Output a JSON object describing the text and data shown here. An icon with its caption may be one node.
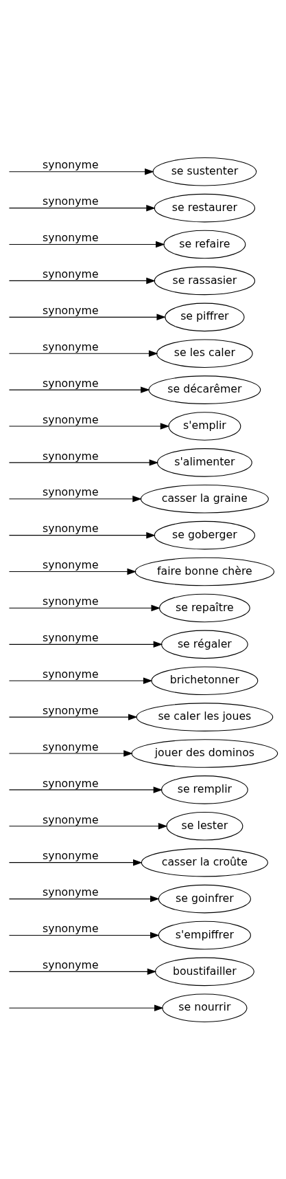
{
  "diagram": {
    "nodes": [
      {
        "text": [
          "se nourrir"
        ]
      },
      {
        "text": [
          "boustifailler"
        ]
      },
      {
        "text": [
          "s'empiffrer"
        ]
      },
      {
        "text": [
          "se goinfrer"
        ]
      },
      {
        "text": [
          "casser la croûte"
        ]
      },
      {
        "text": [
          "se lester"
        ]
      },
      {
        "text": [
          "se remplir"
        ]
      },
      {
        "text": [
          "jouer des dominos"
        ]
      },
      {
        "text": [
          "se caler les joues"
        ]
      },
      {
        "text": [
          "brichetonner"
        ]
      },
      {
        "text": [
          "se régaler"
        ]
      },
      {
        "text": [
          "se repaître"
        ]
      },
      {
        "text": [
          "faire bonne chère"
        ]
      },
      {
        "text": [
          "se goberger"
        ]
      },
      {
        "text": [
          "casser la graine"
        ]
      },
      {
        "text": [
          "s'alimenter"
        ]
      },
      {
        "text": [
          "s'emplir"
        ]
      },
      {
        "text": [
          "se décarêmer"
        ]
      },
      {
        "text": [
          "se les caler"
        ]
      },
      {
        "text": [
          "se piffrer"
        ]
      },
      {
        "text": [
          "se rassasier"
        ]
      },
      {
        "text": [
          "se refaire"
        ]
      },
      {
        "text": [
          "se restaurer"
        ]
      },
      {
        "text": [
          "se sustenter"
        ]
      }
    ],
    "edges": [
      {
        "from": null,
        "to": 0,
        "arrow": "to"
      },
      {
        "from": null,
        "to": 1,
        "arrow": "to",
        "label": "synonyme"
      },
      {
        "from": null,
        "to": 2,
        "arrow": "to",
        "label": "synonyme"
      },
      {
        "from": null,
        "to": 3,
        "arrow": "to",
        "label": "synonyme"
      },
      {
        "from": null,
        "to": 4,
        "arrow": "to",
        "label": "synonyme"
      },
      {
        "from": null,
        "to": 5,
        "arrow": "to",
        "label": "synonyme"
      },
      {
        "from": null,
        "to": 6,
        "arrow": "to",
        "label": "synonyme"
      },
      {
        "from": null,
        "to": 7,
        "arrow": "to",
        "label": "synonyme"
      },
      {
        "from": null,
        "to": 8,
        "arrow": "to",
        "label": "synonyme"
      },
      {
        "from": null,
        "to": 9,
        "arrow": "to",
        "label": "synonyme"
      },
      {
        "from": null,
        "to": 10,
        "arrow": "to",
        "label": "synonyme"
      },
      {
        "from": null,
        "to": 11,
        "arrow": "to",
        "label": "synonyme"
      },
      {
        "from": null,
        "to": 12,
        "arrow": "to",
        "label": "synonyme"
      },
      {
        "from": null,
        "to": 13,
        "arrow": "to",
        "label": "synonyme"
      },
      {
        "from": null,
        "to": 14,
        "arrow": "to",
        "label": "synonyme"
      },
      {
        "from": null,
        "to": 15,
        "arrow": "to",
        "label": "synonyme"
      },
      {
        "from": null,
        "to": 16,
        "arrow": "to",
        "label": "synonyme"
      },
      {
        "from": null,
        "to": 17,
        "arrow": "to",
        "label": "synonyme"
      },
      {
        "from": null,
        "to": 18,
        "arrow": "to",
        "label": "synonyme"
      },
      {
        "from": null,
        "to": 19,
        "arrow": "to",
        "label": "synonyme"
      },
      {
        "from": null,
        "to": 20,
        "arrow": "to",
        "label": "synonyme"
      },
      {
        "from": null,
        "to": 21,
        "arrow": "to",
        "label": "synonyme"
      },
      {
        "from": null,
        "to": 22,
        "arrow": "to",
        "label": "synonyme"
      },
      {
        "from": null,
        "to": 23,
        "arrow": "to",
        "label": "synonyme"
      }
    ]
  }
}
